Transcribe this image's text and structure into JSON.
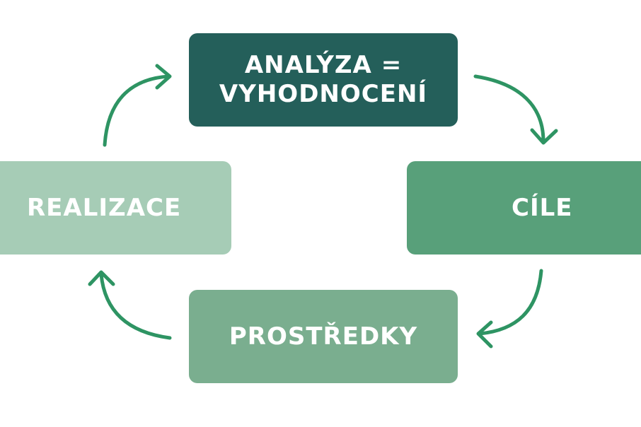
{
  "diagram": {
    "nodes": [
      {
        "id": "analysis",
        "label": "ANALÝZA =\nVYHODNOCENÍ",
        "color": "#245f5a"
      },
      {
        "id": "goals",
        "label": "CÍLE",
        "color": "#58a07a"
      },
      {
        "id": "means",
        "label": "PROSTŘEDKY",
        "color": "#7aae8f"
      },
      {
        "id": "realization",
        "label": "REALIZACE",
        "color": "#a6ccb6"
      }
    ],
    "cycle_order": [
      "analysis",
      "goals",
      "means",
      "realization"
    ],
    "arrow_color": "#2e9463"
  }
}
